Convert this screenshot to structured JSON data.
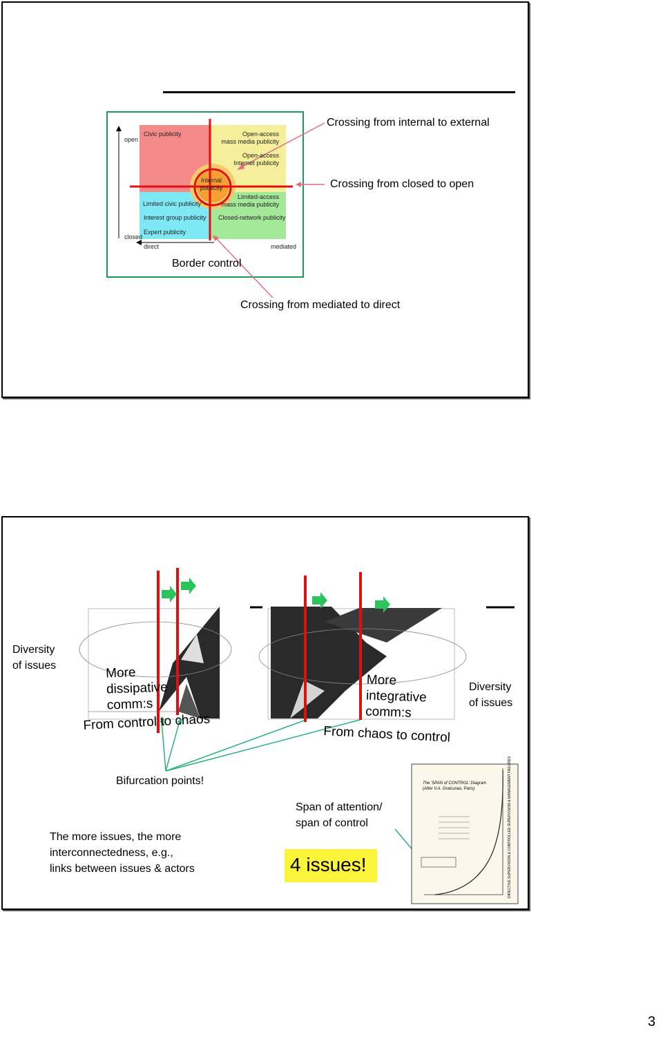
{
  "slide1": {
    "axis_open": "open",
    "axis_closed": "closed",
    "axis_direct": "direct",
    "axis_mediated": "mediated",
    "cells": {
      "civic": "Civic publicity",
      "open_mass": "Open-access\nmass media publicity",
      "open_internet": "Open-access\nInternet publicity",
      "internal": "Internal\npublicity",
      "limited_civic": "Limited civic publicity",
      "limited_mass": "Limited-access\nmass media publicity",
      "interest_group": "Interest group publicity",
      "closed_network": "Closed-network publicity",
      "expert": "Expert publicity"
    },
    "border_control": "Border control",
    "crossing_internal": "Crossing from internal to external",
    "crossing_closed": "Crossing from closed to open",
    "crossing_mediated": "Crossing from mediated to direct"
  },
  "slide2": {
    "diversity_left": "Diversity\nof issues",
    "diversity_right": "Diversity\nof issues",
    "dissipative": "More\ndissipative\ncomm:s",
    "integrative": "More\nintegrative\ncomm:s",
    "control_to_chaos": "From control to chaos",
    "chaos_to_control": "From chaos to control",
    "bifurcation": "Bifurcation points!",
    "more_issues": "The more issues, the more\ninterconnectedness, e.g.,\nlinks between issues & actors",
    "span": "Span of attention/\nspan of control",
    "four_issues": "4 issues!",
    "span_chart_title": "The 'SPAN of CONTROL' Diagram\n(After V.A. Graicunas, Paris)",
    "span_chart_vertical": "DIRECTIVE SUPERVISION & CONTROLLED SUPERVISION & MANAGEMENT FAILURES"
  },
  "page_number": "3"
}
